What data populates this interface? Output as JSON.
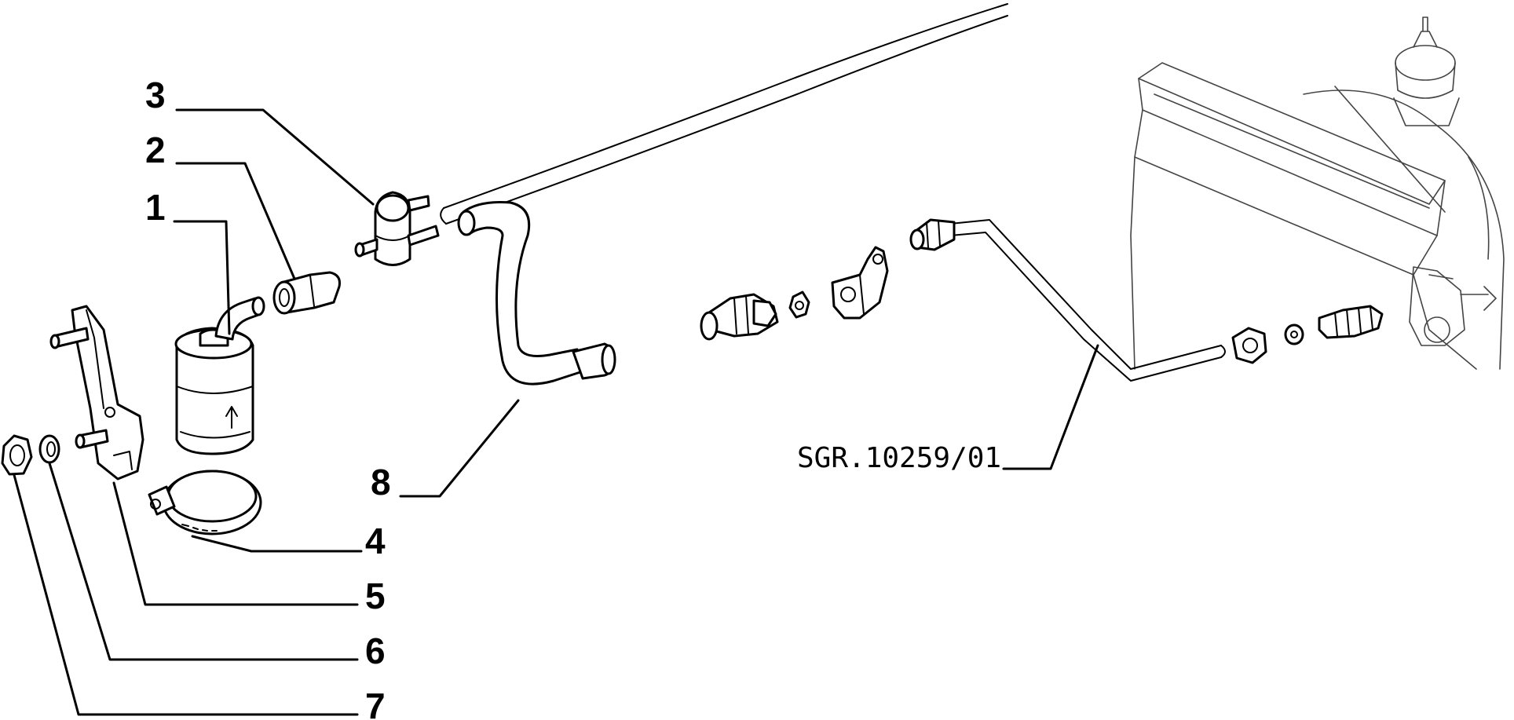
{
  "labels": {
    "p1": "1",
    "p2": "2",
    "p3": "3",
    "p4": "4",
    "p5": "5",
    "p6": "6",
    "p7": "7",
    "p8": "8"
  },
  "reference": "SGR.10259/01"
}
